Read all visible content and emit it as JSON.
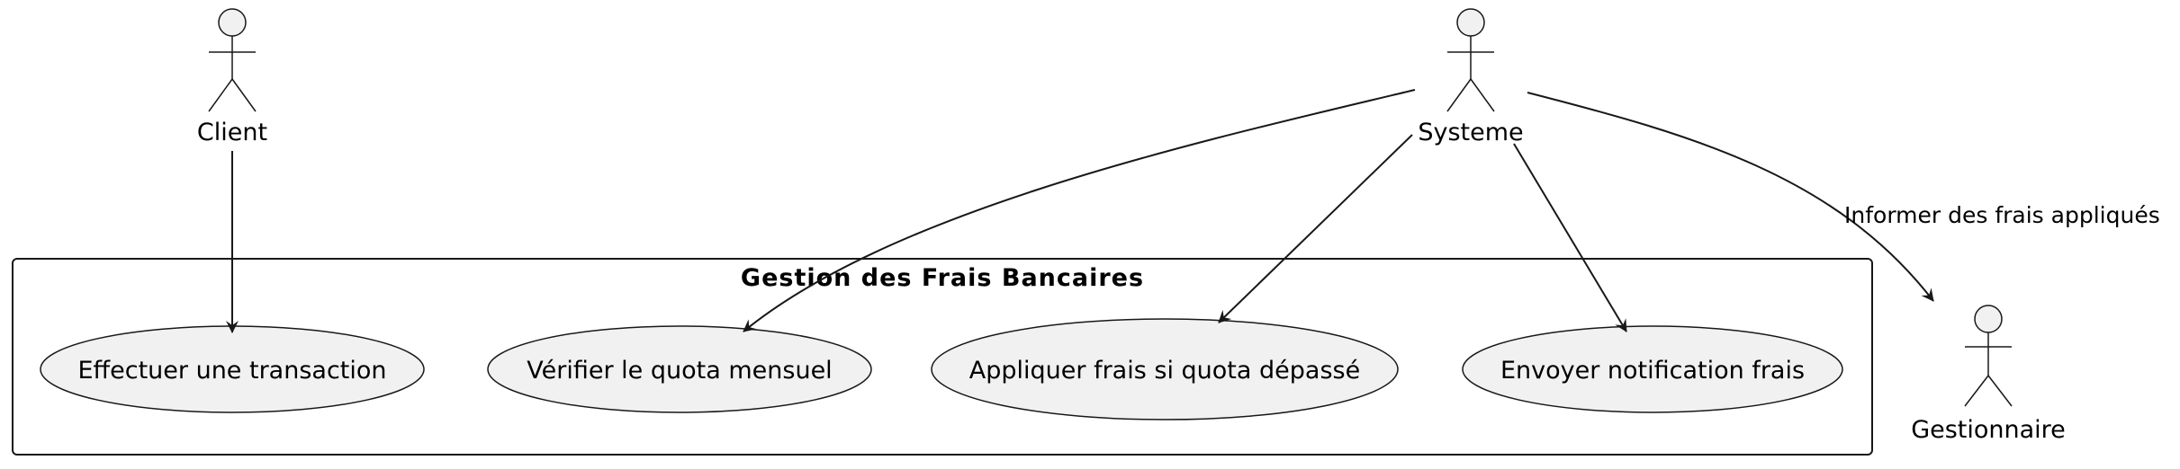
{
  "diagram": {
    "type": "use-case",
    "system": {
      "title": "Gestion des Frais Bancaires",
      "use_cases": [
        {
          "id": "uc1",
          "label": "Effectuer une transaction"
        },
        {
          "id": "uc2",
          "label": "Vérifier le quota mensuel"
        },
        {
          "id": "uc3",
          "label": "Appliquer frais si quota dépassé"
        },
        {
          "id": "uc4",
          "label": "Envoyer notification frais"
        }
      ]
    },
    "actors": [
      {
        "id": "client",
        "label": "Client"
      },
      {
        "id": "systeme",
        "label": "Systeme"
      },
      {
        "id": "gestionnaire",
        "label": "Gestionnaire"
      }
    ],
    "edges": [
      {
        "from": "client",
        "to": "uc1",
        "label": ""
      },
      {
        "from": "systeme",
        "to": "uc2",
        "label": ""
      },
      {
        "from": "systeme",
        "to": "uc3",
        "label": ""
      },
      {
        "from": "systeme",
        "to": "uc4",
        "label": ""
      },
      {
        "from": "systeme",
        "to": "gestionnaire",
        "label": "Informer des frais appliqués"
      }
    ],
    "colors": {
      "element_fill": "#f1f1f1",
      "element_stroke": "#181818",
      "line": "#181818",
      "background": "#ffffff"
    }
  }
}
